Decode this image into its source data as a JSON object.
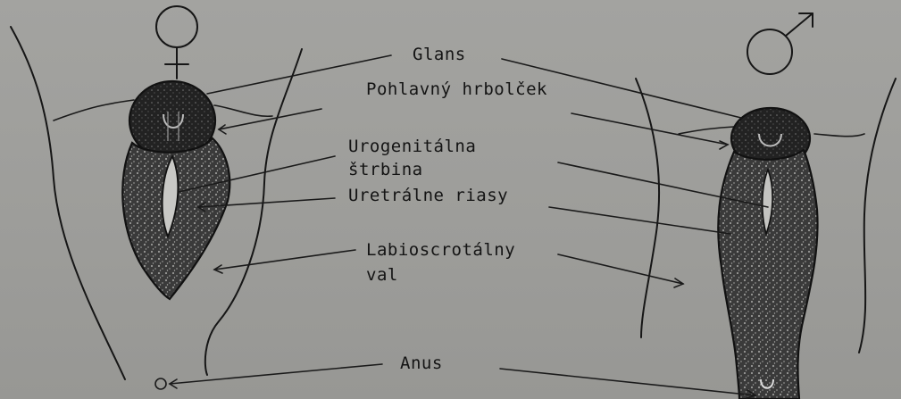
{
  "labels": {
    "glans": "Glans",
    "tubercle": "Pohlavný hrbolček",
    "urogenital_line1": "Urogenitálna",
    "urogenital_line2": "štrbina",
    "urethral_folds": "Uretrálne riasy",
    "labioscrotal_line1": "Labioscrotálny",
    "labioscrotal_line2": "val",
    "anus": "Anus"
  },
  "symbols": {
    "female": "female-symbol-icon",
    "male": "male-symbol-icon"
  }
}
